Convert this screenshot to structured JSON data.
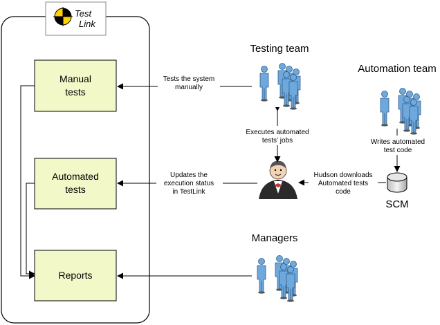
{
  "logo": {
    "line1": "Test",
    "line2": "Link"
  },
  "boxes": {
    "manual": [
      "Manual",
      "tests"
    ],
    "automated": [
      "Automated",
      "tests"
    ],
    "reports": [
      "Reports"
    ]
  },
  "teams": {
    "testing": "Testing team",
    "automation": "Automation team",
    "managers": "Managers"
  },
  "scm_label": "SCM",
  "edges": {
    "tests_manually": [
      "Tests the system",
      "manually"
    ],
    "executes_jobs": [
      "Executes automated",
      "tests' jobs"
    ],
    "writes_code": [
      "Writes automated",
      "test code"
    ],
    "hudson_downloads": [
      "Hudson downloads",
      "Automated tests",
      "code"
    ],
    "updates_status": [
      "Updates the",
      "execution status",
      "in TestLink"
    ]
  },
  "colors": {
    "box_fill": "#f3f8c8",
    "box_stroke": "#000000",
    "person_body": "#6fa8dc",
    "person_dark": "#3d6f9c",
    "logo_yellow": "#ffd200"
  },
  "icons": {
    "testlink_logo": "testlink-logo-icon",
    "testing_team": "people-group-icon",
    "automation_team": "people-group-icon",
    "managers": "people-group-icon",
    "hudson": "butler-icon",
    "scm": "database-icon"
  }
}
